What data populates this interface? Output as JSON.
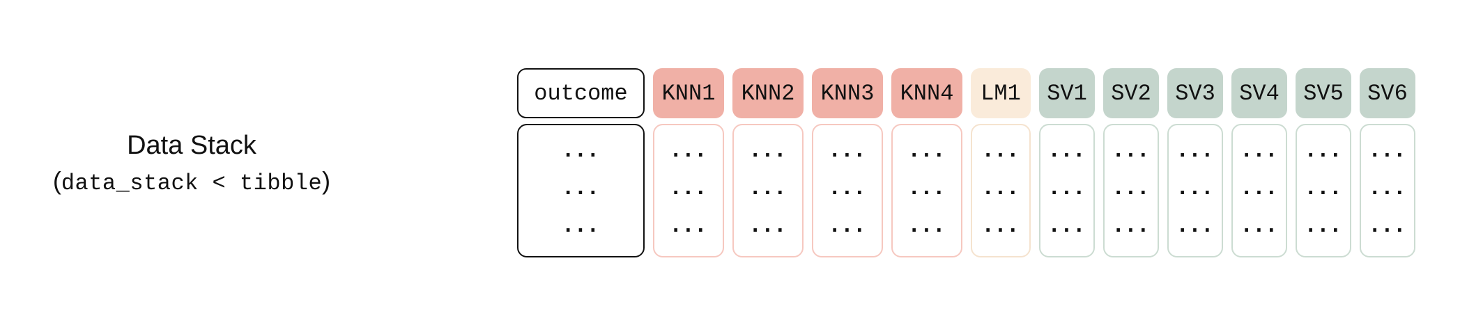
{
  "page": {
    "background": "#ffffff"
  },
  "label": {
    "title": "Data Stack",
    "paren_open": "(",
    "code": "data_stack < tibble",
    "paren_close": ")"
  },
  "table": {
    "dots": "...",
    "dot_rows": 3,
    "columns": [
      {
        "id": "outcome",
        "label": "outcome",
        "type": "outcome"
      },
      {
        "id": "knn1",
        "label": "KNN1",
        "type": "knn"
      },
      {
        "id": "knn2",
        "label": "KNN2",
        "type": "knn"
      },
      {
        "id": "knn3",
        "label": "KNN3",
        "type": "knn"
      },
      {
        "id": "knn4",
        "label": "KNN4",
        "type": "knn"
      },
      {
        "id": "lm1",
        "label": "LM1",
        "type": "lm"
      },
      {
        "id": "sv1",
        "label": "SV1",
        "type": "sv"
      },
      {
        "id": "sv2",
        "label": "SV2",
        "type": "sv"
      },
      {
        "id": "sv3",
        "label": "SV3",
        "type": "sv"
      },
      {
        "id": "sv4",
        "label": "SV4",
        "type": "sv"
      },
      {
        "id": "sv5",
        "label": "SV5",
        "type": "sv"
      },
      {
        "id": "sv6",
        "label": "SV6",
        "type": "sv"
      }
    ]
  },
  "colors": {
    "knn_fill": "#f0b0a6",
    "knn_border": "#f6c8c0",
    "lm_fill": "#faebda",
    "lm_border": "#f5e3cf",
    "sv_fill": "#c4d5cc",
    "sv_border": "#ccdcd2",
    "outcome_border": "#111111",
    "text": "#111111",
    "bg": "#ffffff"
  }
}
